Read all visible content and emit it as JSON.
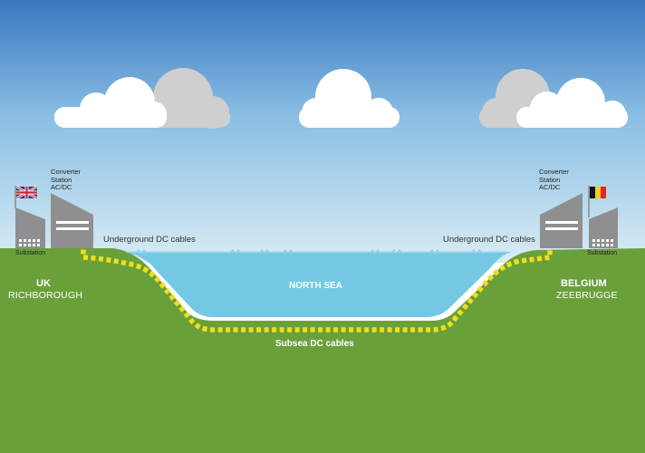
{
  "left_site": {
    "converter_label": [
      "Converter",
      "Station",
      "AC/DC"
    ],
    "substation_label": "Substation",
    "country": "UK",
    "town": "RICHBOROUGH",
    "flag": "uk-flag-icon"
  },
  "right_site": {
    "converter_label": [
      "Converter",
      "Station",
      "AC/DC"
    ],
    "substation_label": "Substation",
    "country": "BELGIUM",
    "town": "ZEEBRUGGE",
    "flag": "belgium-flag-icon"
  },
  "labels": {
    "underground_left": "Underground DC cables",
    "underground_right": "Underground DC cables",
    "sea": "NORTH SEA",
    "subsea": "Subsea DC cables"
  },
  "colors": {
    "sky_top": "#3d7dc3",
    "sky_bottom": "#d6eaf2",
    "grass": "#6aa03a",
    "sea": "#74c8e3",
    "cable": "#f1de1e",
    "building": "#8f8f91",
    "cloud_white": "#ffffff",
    "cloud_grey": "#cfcfcf"
  }
}
